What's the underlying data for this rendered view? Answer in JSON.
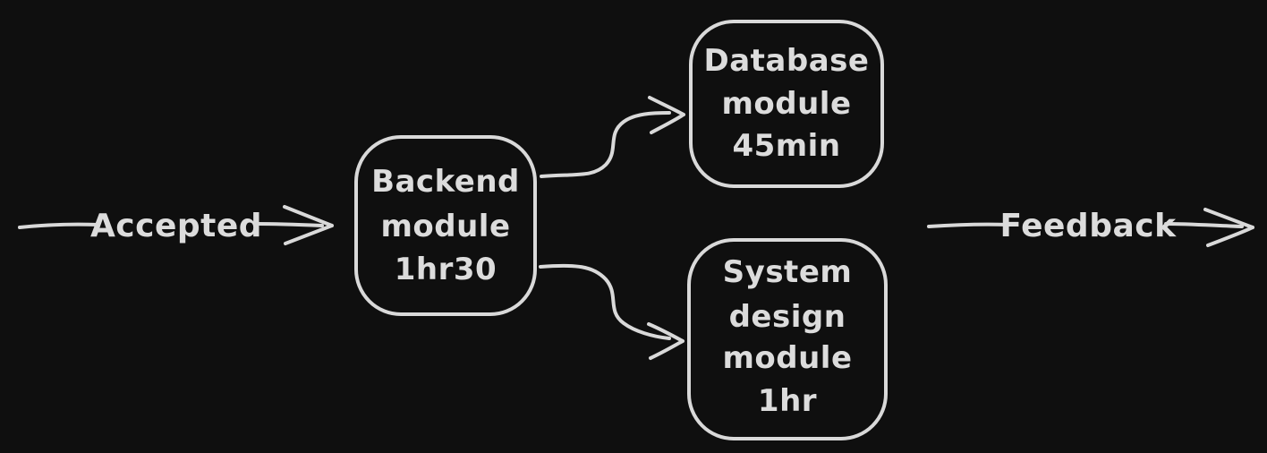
{
  "theme": {
    "background": "#0f0f0f",
    "stroke": "#d9d9d9",
    "text": "#dcdcdc"
  },
  "diagram": {
    "arrows": {
      "accepted": {
        "label": "Accepted"
      },
      "feedback": {
        "label": "Feedback"
      }
    },
    "nodes": {
      "backend": {
        "lines": [
          "Backend",
          "module",
          "1hr30"
        ]
      },
      "database": {
        "lines": [
          "Database",
          "module",
          "45min"
        ]
      },
      "system_design": {
        "lines": [
          "System",
          "design",
          "module",
          "1hr"
        ]
      }
    }
  }
}
